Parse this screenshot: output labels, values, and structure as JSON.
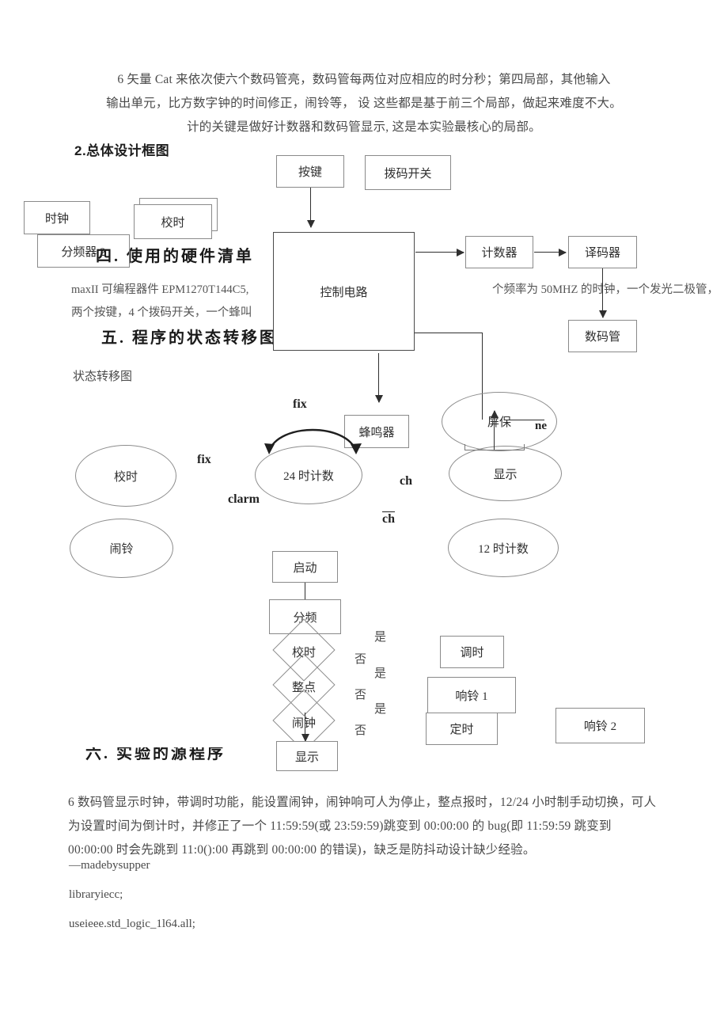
{
  "document": {
    "intro_paragraph": {
      "line1": "6 矢量 Cat 来依次使六个数码管亮，数码管每两位对应相应的时分秒；第四局部，其他输入",
      "line2": "输出单元，比方数字钟的时间修正，闹铃等， 设 这些都是基于前三个局部，做起来难度不大。",
      "line3": "计的关键是做好计数器和数码管显示, 这是本实验最核心的局部。"
    },
    "section_heading": "2.总体设计框图",
    "overlay_headings": {
      "hardware_list": "四. 使用的硬件清单",
      "state_diagram": "五. 程序的状态转移图",
      "source_code": "六. 实验的源程序"
    },
    "overlay_body": {
      "hw_line1": "maxII 可编程器件 EPM1270T144C5,",
      "hw_line1_right": "个频率为 50MHZ 的时钟，一个发光二极管，",
      "hw_line2": "两个按键，4 个拨码开关，一个蜂叫"
    },
    "state_diagram_caption": "状态转移图",
    "block_diagram": {
      "button": "按键",
      "dip_switch": "拨码开关",
      "control_circuit": "控制电路",
      "counter": "计数器",
      "decoder": "译码器",
      "seven_segment": "数码管",
      "buzzer": "蜂鸣器",
      "clock": "时钟",
      "divider2": "分频器 2",
      "time_set": "校时"
    },
    "state_machine": {
      "correct_time": "校时",
      "alarm_bell": "闹铃",
      "count_24": "24 时计数",
      "count_12": "12 时计数",
      "screensaver": "屏保",
      "display": "显示",
      "labels": {
        "fix_top": "fix",
        "fix_mid": "fix",
        "clarm": "clarm",
        "ch": "ch",
        "ch_bar": "ch",
        "ne": "ne"
      }
    },
    "flowchart": {
      "start": "启动",
      "divide": "分频",
      "check_time": "校时",
      "on_hour": "整点",
      "alarm_clock": "闹钟",
      "display": "显示",
      "yes1": "是",
      "no1": "否",
      "yes2": "是",
      "no2": "否",
      "yes3": "是",
      "no3": "否",
      "adjust_time": "调时",
      "ring1": "响铃 1",
      "timer": "定时",
      "ring2": "响铃 2"
    },
    "summary_paragraph": {
      "line1": "6 数码管显示时钟，带调时功能，能设置闹钟，闹钟响可人为停止，整点报时，12/24 小时制手动切换，可人",
      "line2": "为设置时间为倒计时，并修正了一个 11:59:59(或 23:59:59)跳变到 00:00:00 的 bug(即 11:59:59 跳变到",
      "line3": "00:00:00 时会先跳到 11:0():00 再跳到 00:00:00 的错误)，缺乏是防抖动设计缺少经验。"
    },
    "code": {
      "line1": "—madebysupper",
      "line2": "libraryiecc;",
      "line3": "useieee.std_logic_1l64.all;"
    },
    "colors": {
      "ink": "#2b2b2b",
      "line": "#8a8a8a",
      "arrow": "#2f2f2f",
      "page": "#ffffff"
    }
  }
}
